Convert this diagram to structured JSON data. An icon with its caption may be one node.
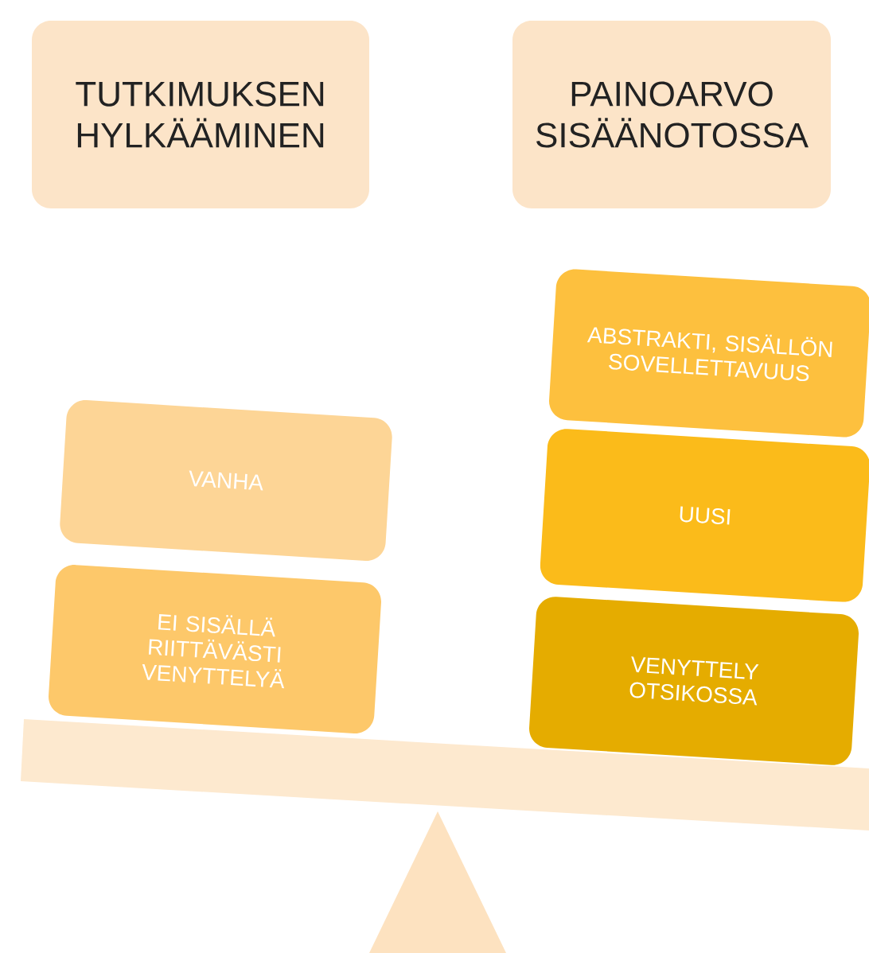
{
  "diagram": {
    "nodes": [
      {
        "text": [
          "TUTKIMUKSEN HYLKÄÄMINEN"
        ]
      },
      {
        "text": [
          "PAINOARVO SISÄÄNOTOSSA"
        ]
      },
      {
        "text": [
          "VANHA"
        ]
      },
      {
        "text": [
          "EI SISÄLLÄ RIITTÄVÄSTI VENYTTELYÄ"
        ]
      },
      {
        "text": [
          "ABSTRAKTI, SISÄLLÖN SOVELLETTAVUUS"
        ]
      },
      {
        "text": [
          "UUSI"
        ]
      },
      {
        "text": [
          "VENYTTELY OTSIKOSSA"
        ]
      }
    ]
  }
}
